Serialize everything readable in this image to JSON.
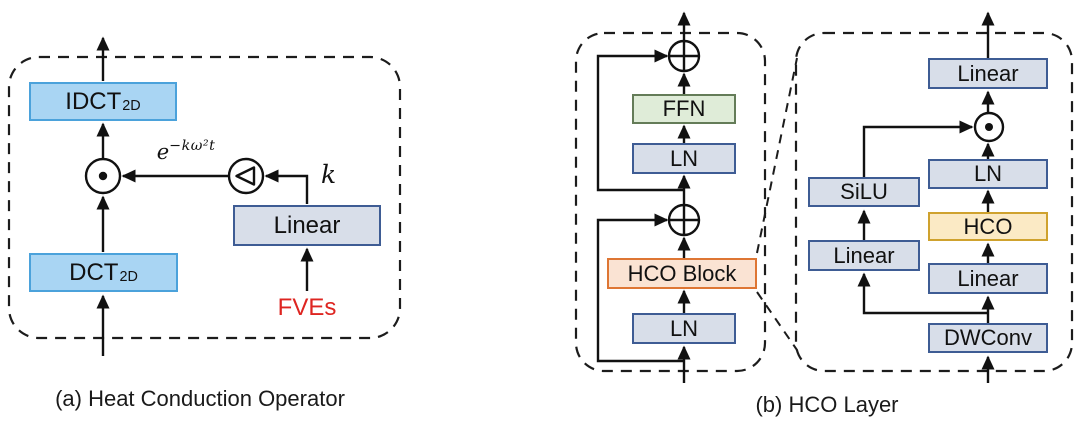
{
  "figure": {
    "panel_a": {
      "caption": "(a) Heat Conduction Operator",
      "idct": {
        "label": "IDCT",
        "sub": "2D"
      },
      "dct": {
        "label": "DCT",
        "sub": "2D"
      },
      "linear": "Linear",
      "exp_label": {
        "base": "e",
        "exponent": "−kω²t"
      },
      "k_label": "k",
      "input_label": "FVEs"
    },
    "panel_b": {
      "caption": "(b) HCO Layer",
      "block": {
        "ln_bottom": "LN",
        "hco_block": "HCO Block",
        "ln_top": "LN",
        "ffn": "FFN"
      },
      "detail": {
        "dwconv": "DWConv",
        "linear_in": "Linear",
        "hco": "HCO",
        "ln": "LN",
        "linear_out": "Linear",
        "linear_gate": "Linear",
        "silu": "SiLU"
      }
    },
    "icons": {
      "multiply_icon": "⊙ element-wise multiply",
      "add_icon": "⊕ element-wise add",
      "gate_icon": "◁ transform operator"
    },
    "colors": {
      "transform_fill": "#A9D5F3",
      "transform_border": "#4BA2DB",
      "neutral_fill": "#D8DEE9",
      "neutral_border": "#3E5C94",
      "ffn_fill": "#DFECD8",
      "ffn_border": "#647C58",
      "hco_block_fill": "#FAE3D3",
      "hco_block_border": "#DE7634",
      "hco_fill": "#FBEAC5",
      "hco_border": "#CFA22E",
      "input_text": "#DE2521",
      "line": "#111111"
    }
  }
}
